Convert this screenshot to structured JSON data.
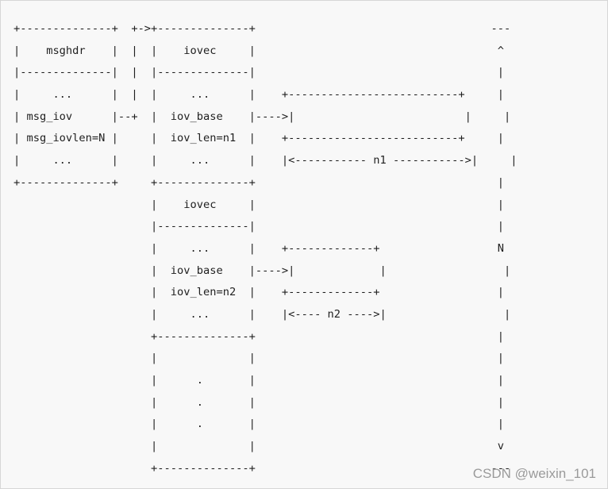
{
  "diagram": {
    "lines": [
      "+--------------+  +->+--------------+                                    ---",
      "|    msghdr    |  |  |    iovec     |                                     ^",
      "|--------------|  |  |--------------|                                     |",
      "|     ...      |  |  |     ...      |    +--------------------------+     |",
      "| msg_iov      |--+  |  iov_base    |---->|                          |     |",
      "| msg_iovlen=N |     |  iov_len=n1  |    +--------------------------+     |",
      "|     ...      |     |     ...      |    |<----------- n1 ----------->|     |",
      "+--------------+     +--------------+                                     |",
      "                     |    iovec     |                                     |",
      "                     |--------------|                                     |",
      "                     |     ...      |    +-------------+                  N",
      "                     |  iov_base    |---->|             |                  |",
      "                     |  iov_len=n2  |    +-------------+                  |",
      "                     |     ...      |    |<---- n2 ---->|                  |",
      "                     +--------------+                                     |",
      "                     |              |                                     |",
      "                     |      .       |                                     |",
      "                     |      .       |                                     |",
      "                     |      .       |                                     |",
      "                     |              |                                     v",
      "                     +--------------+                                    ---"
    ]
  },
  "watermark": "CSDN @weixin_101"
}
